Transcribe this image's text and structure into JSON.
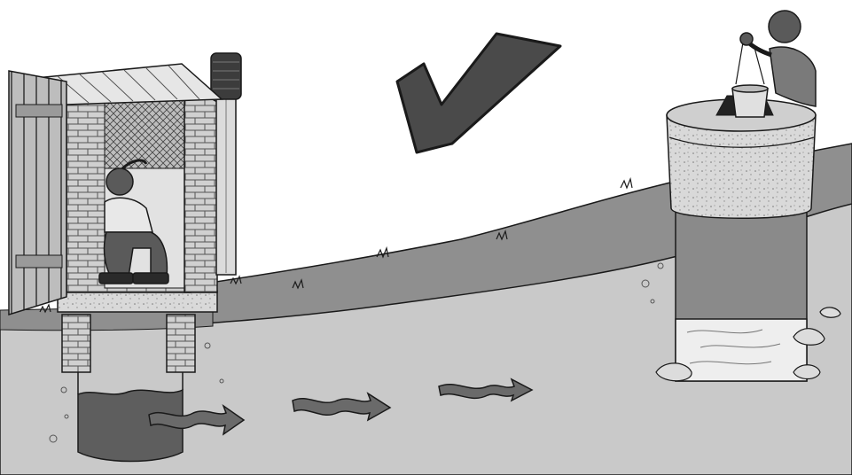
{
  "diagram": {
    "subject": "latrine-downhill-from-well",
    "approval_mark": "checkmark",
    "flow_arrows": 3,
    "colors": {
      "ground_surface": "#8f8f8f",
      "ground_soil": "#c9c9c9",
      "pit_liquid": "#5e5e5e",
      "well_water": "#eeeeee",
      "check_fill": "#4a4a4a",
      "outline": "#1a1a1a"
    },
    "icons": [
      "latrine-icon",
      "child-icon",
      "well-icon",
      "bucket-icon",
      "checkmark-icon",
      "arrow-icon"
    ]
  }
}
